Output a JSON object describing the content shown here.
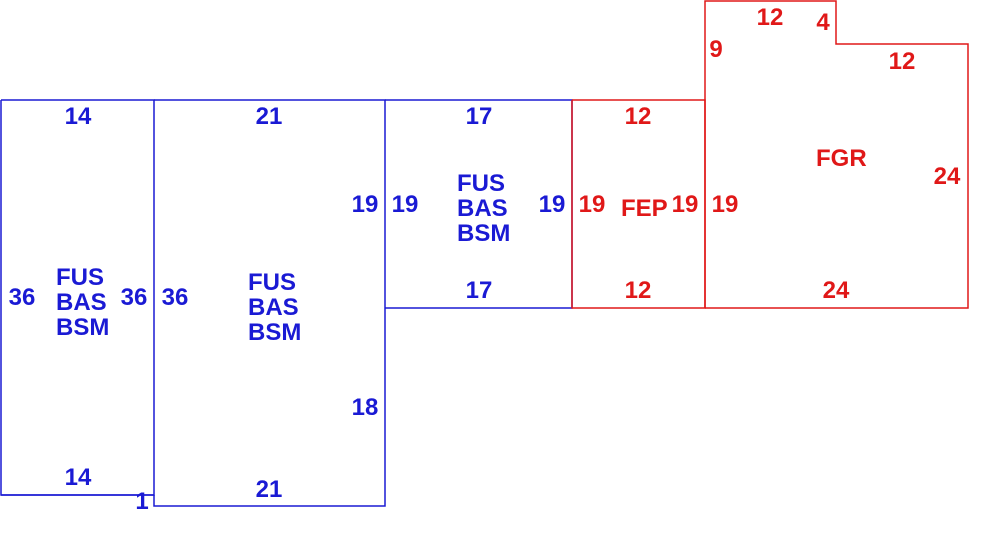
{
  "colors": {
    "main": "#1a1ad4",
    "addition": "#e01818",
    "background": "#ffffff"
  },
  "sections": [
    {
      "id": "section-1",
      "color": "main",
      "codes": [
        "FUS",
        "BAS",
        "BSM"
      ],
      "dims": {
        "top": "14",
        "bottom": "14",
        "left": "36",
        "right": "36",
        "corner": "1"
      }
    },
    {
      "id": "section-2",
      "color": "main",
      "codes": [
        "FUS",
        "BAS",
        "BSM"
      ],
      "dims": {
        "top": "21",
        "bottom": "21",
        "left": "36",
        "right_upper": "19",
        "right_lower": "18"
      }
    },
    {
      "id": "section-3",
      "color": "main",
      "codes": [
        "FUS",
        "BAS",
        "BSM"
      ],
      "dims": {
        "top": "17",
        "bottom": "17",
        "left": "19",
        "right": "19"
      }
    },
    {
      "id": "section-fep",
      "color": "addition",
      "codes": [
        "FEP"
      ],
      "dims": {
        "top": "12",
        "bottom": "12",
        "left": "19",
        "right": "19"
      }
    },
    {
      "id": "section-fgr",
      "color": "addition",
      "codes": [
        "FGR"
      ],
      "dims": {
        "top": "12",
        "step_right": "4",
        "upper_left": "9",
        "upper_right": "12",
        "right": "24",
        "bottom": "24",
        "left": "19"
      }
    }
  ]
}
